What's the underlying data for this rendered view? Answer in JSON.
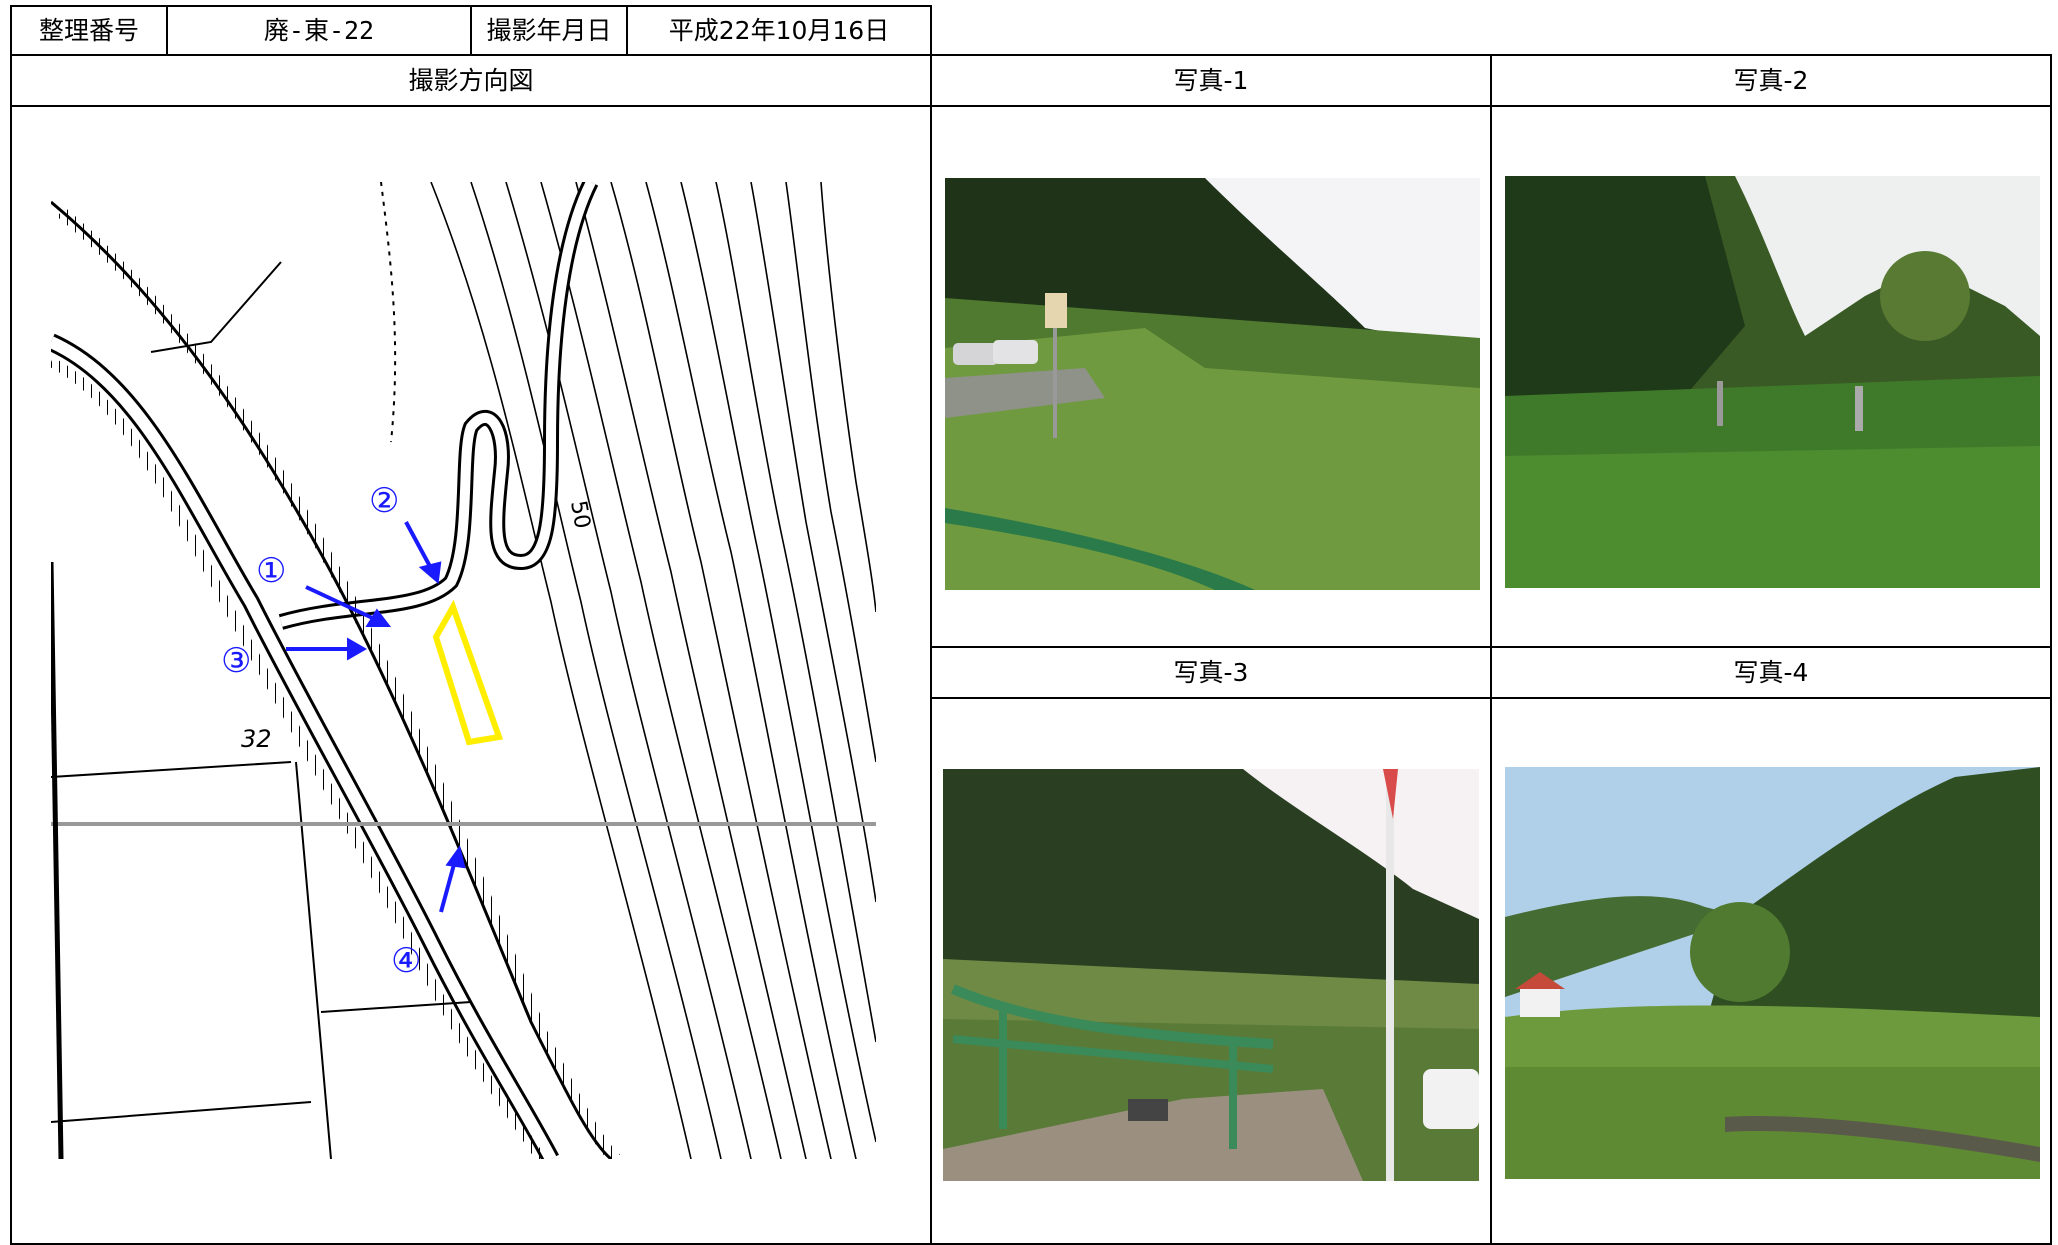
{
  "header": {
    "number_label": "整理番号",
    "number_value": "廃-東-22",
    "date_label": "撮影年月日",
    "date_value": "平成22年10月16日"
  },
  "map_section": {
    "title": "撮影方向図",
    "markers": [
      "①",
      "②",
      "③",
      "④"
    ],
    "map_texts": {
      "contour_50": "50",
      "elev_32": "32"
    },
    "arrow_color": "#1a1aff",
    "area_color": "#ffee00"
  },
  "photos": [
    {
      "label": "写真-1"
    },
    {
      "label": "写真-2"
    },
    {
      "label": "写真-3"
    },
    {
      "label": "写真-4"
    }
  ]
}
